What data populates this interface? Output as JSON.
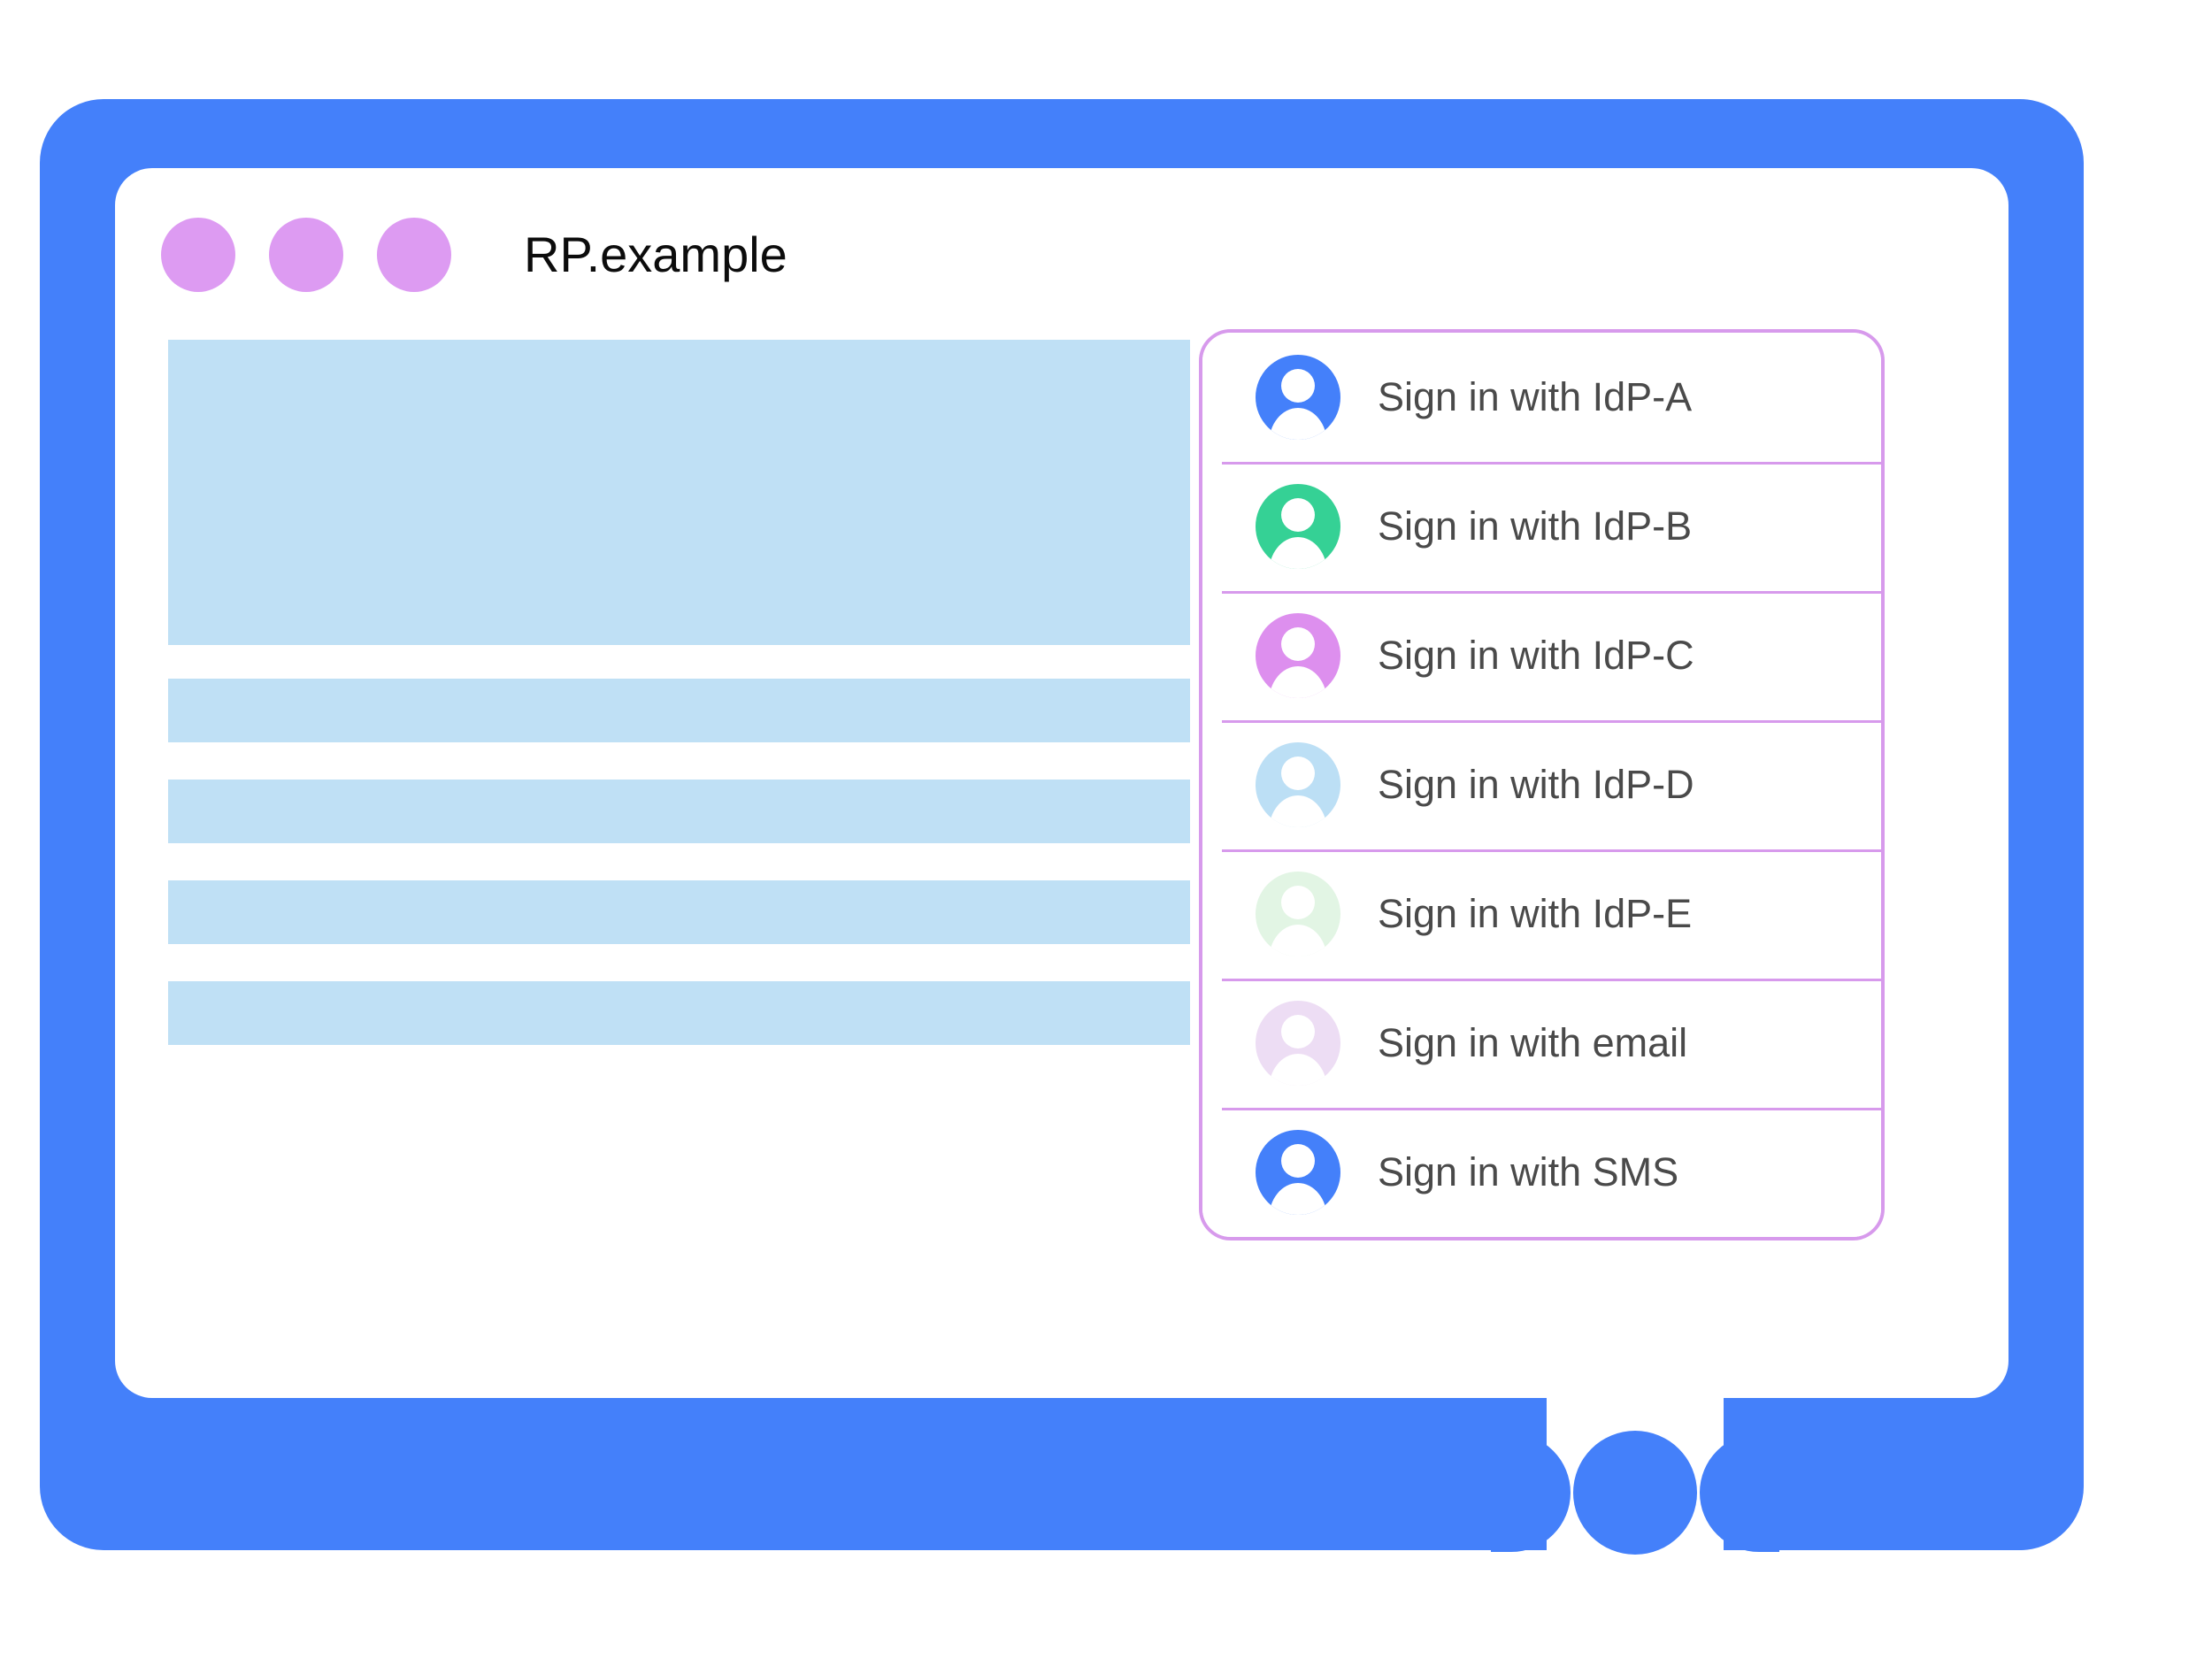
{
  "browser": {
    "title": "RP.example",
    "window_dots": [
      "dot-1",
      "dot-2",
      "dot-3"
    ],
    "dot_color": "#DD9BF2"
  },
  "theme": {
    "device_bezel": "#4480FA",
    "screen_background": "#FFFFFF",
    "placeholder_block": "#BFE0F5",
    "popup_border": "#D79AEC",
    "popup_divider": "#D79AEC",
    "label_text": "#4A4A4A",
    "title_text": "#0C0C0C"
  },
  "page_content": {
    "placeholders": [
      {
        "name": "hero-block",
        "kind": "hero"
      },
      {
        "name": "text-bar-1",
        "kind": "bar"
      },
      {
        "name": "text-bar-2",
        "kind": "bar"
      },
      {
        "name": "text-bar-3",
        "kind": "bar"
      },
      {
        "name": "text-bar-4",
        "kind": "bar"
      }
    ]
  },
  "signin_popup": {
    "name": "account-chooser",
    "options": [
      {
        "label": "Sign in with IdP-A",
        "icon": "avatar-icon",
        "avatar_color": "#4480FA"
      },
      {
        "label": "Sign in with IdP-B",
        "icon": "avatar-icon",
        "avatar_color": "#35D195"
      },
      {
        "label": "Sign in with IdP-C",
        "icon": "avatar-icon",
        "avatar_color": "#DD8FEE"
      },
      {
        "label": "Sign in with IdP-D",
        "icon": "avatar-icon",
        "avatar_color": "#BCDFF5"
      },
      {
        "label": "Sign in with IdP-E",
        "icon": "avatar-icon",
        "avatar_color": "#E2F5E4"
      },
      {
        "label": "Sign in with email",
        "icon": "avatar-icon",
        "avatar_color": "#EDDDF4"
      },
      {
        "label": "Sign in with SMS",
        "icon": "avatar-icon",
        "avatar_color": "#4480FA"
      }
    ]
  },
  "device": {
    "home_button": "home-button"
  }
}
